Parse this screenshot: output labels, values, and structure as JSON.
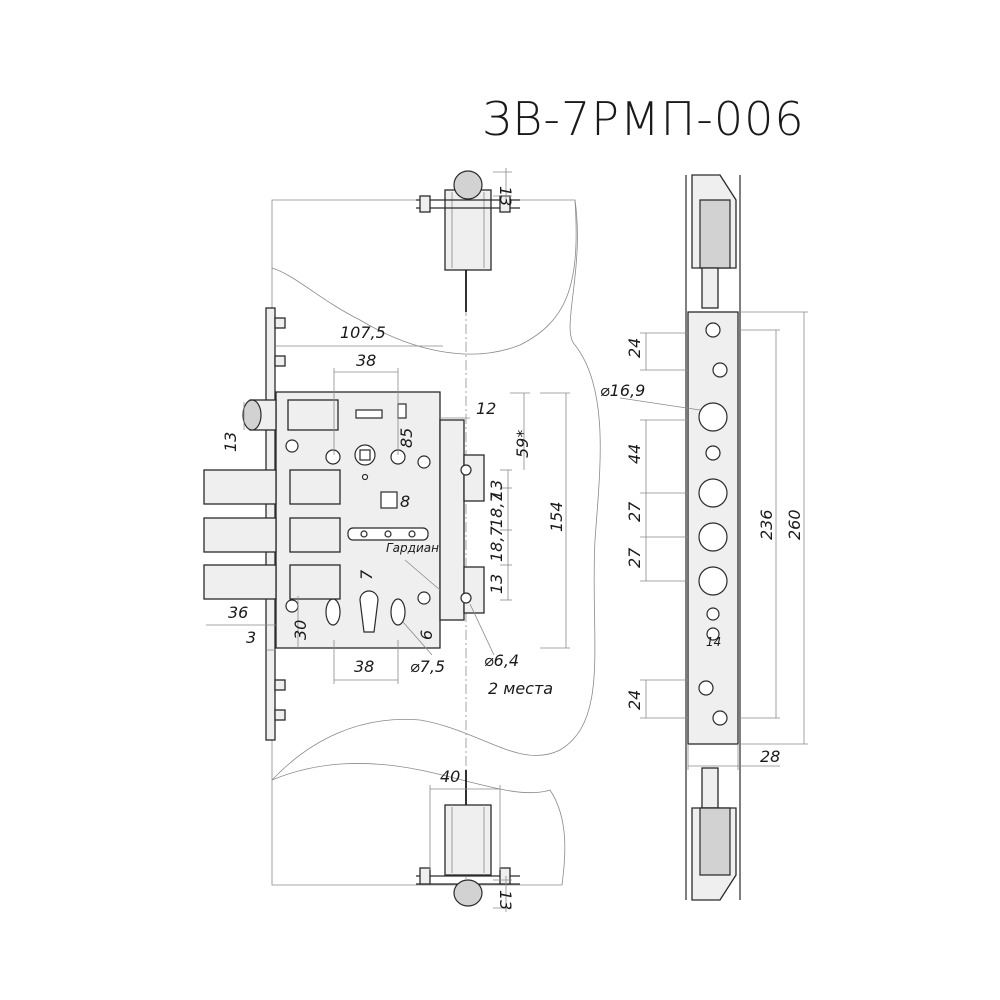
{
  "title": "ЗВ-7РМП-006",
  "colors": {
    "line": "#2a2a2a",
    "metal": "#efefef",
    "metal_shadow": "#d2d2d2",
    "background": "#ffffff"
  },
  "lock_dimensions": {
    "d107_5": "107,5",
    "d38_top": "38",
    "d13_left": "13",
    "d85": "85",
    "d12": "12",
    "d59": "59*",
    "d8": "8",
    "d13_a": "13",
    "d18_7_a": "18,7",
    "d18_7_b": "18,7",
    "d13_b": "13",
    "d154": "154",
    "d36": "36",
    "d3": "3",
    "d30": "30",
    "d7": "7",
    "d6": "6",
    "d38_bottom": "38",
    "d7_5": "⌀7,5",
    "d6_4": "⌀6,4",
    "places": "2 места",
    "brand": "Гардиан"
  },
  "rod_dimensions": {
    "d13_top": "13",
    "d40": "40",
    "d13_bottom": "13"
  },
  "strip_dimensions": {
    "d16_9": "⌀16,9",
    "d24_top": "24",
    "d44": "44",
    "d27_a": "27",
    "d27_b": "27",
    "d236": "236",
    "d260": "260",
    "d14": "14",
    "d24_bottom": "24",
    "d28": "28"
  }
}
